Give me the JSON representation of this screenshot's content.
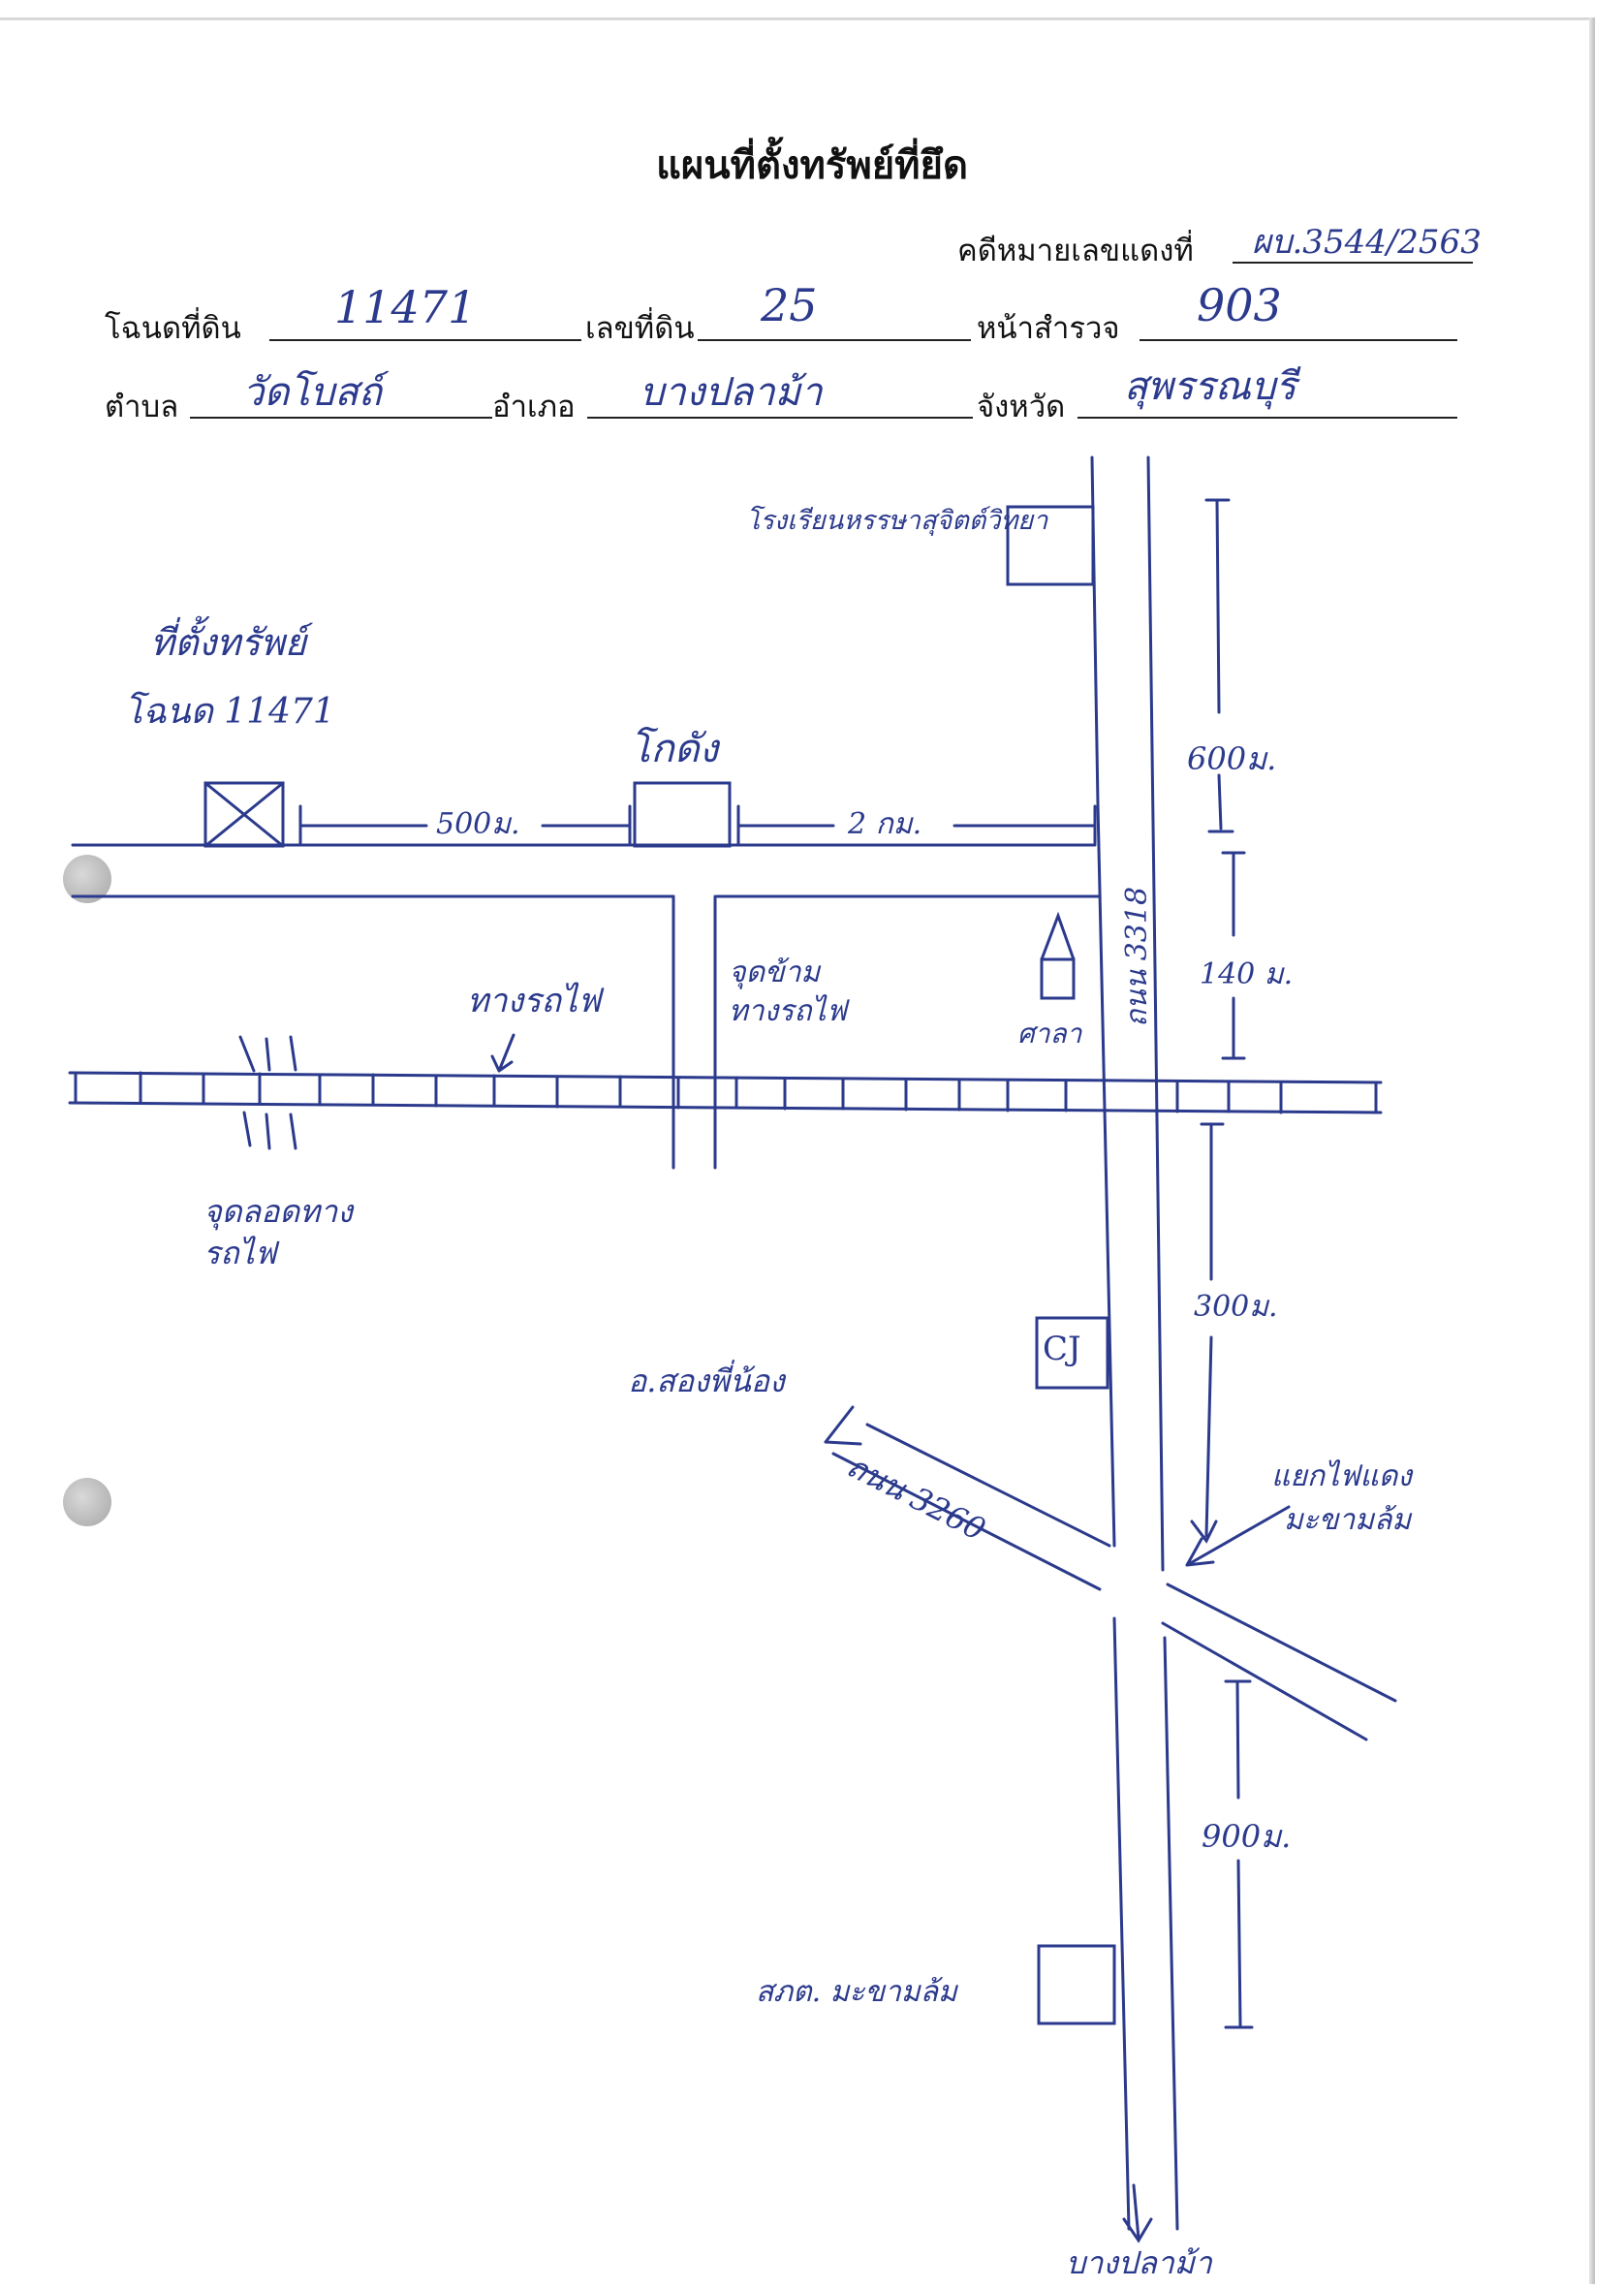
{
  "header": {
    "title": "แผนที่ตั้งทรัพย์ที่ยึด",
    "case_label": "คดีหมายเลขแดงที่",
    "case_value": "ผบ.3544/2563"
  },
  "fields": {
    "deed_label": "โฉนดที่ดิน",
    "deed_value": "11471",
    "land_no_label": "เลขที่ดิน",
    "land_no_value": "25",
    "survey_label": "หน้าสำรวจ",
    "survey_value": "903",
    "subdistrict_label": "ตำบล",
    "subdistrict_value": "วัดโบสถ์",
    "district_label": "อำเภอ",
    "district_value": "บางปลาม้า",
    "province_label": "จังหวัด",
    "province_value": "สุพรรณบุรี"
  },
  "map_labels": {
    "school": "โรงเรียนหรรษาสุจิตต์วิทยา",
    "property": "ที่ตั้งทรัพย์",
    "property_deed": "โฉนด 11471",
    "warehouse": "โกดัง",
    "dist_500": "500ม.",
    "dist_2km": "2 กม.",
    "dist_600": "600ม.",
    "dist_140": "140 ม.",
    "dist_300": "300ม.",
    "dist_900": "900ม.",
    "railway": "ทางรถไฟ",
    "rail_crossing": "จุดข้าม",
    "rail_crossing_2": "ทางรถไฟ",
    "pavilion": "ศาลา",
    "road_3318": "ถนน 3318",
    "underpass": "จุดลอดทาง",
    "underpass_2": "รถไฟ",
    "cj": "CJ",
    "to_songphinong": "อ.สองพี่น้อง",
    "road_3260": "ถนน 3260",
    "intersection": "แยกไฟแดง",
    "intersection_2": "มะขามล้ม",
    "police": "สภต. มะขามล้ม",
    "to_bangplama": "บางปลาม้า"
  },
  "colors": {
    "ink_blue": "#2b3a8c",
    "print_black": "#111111"
  }
}
